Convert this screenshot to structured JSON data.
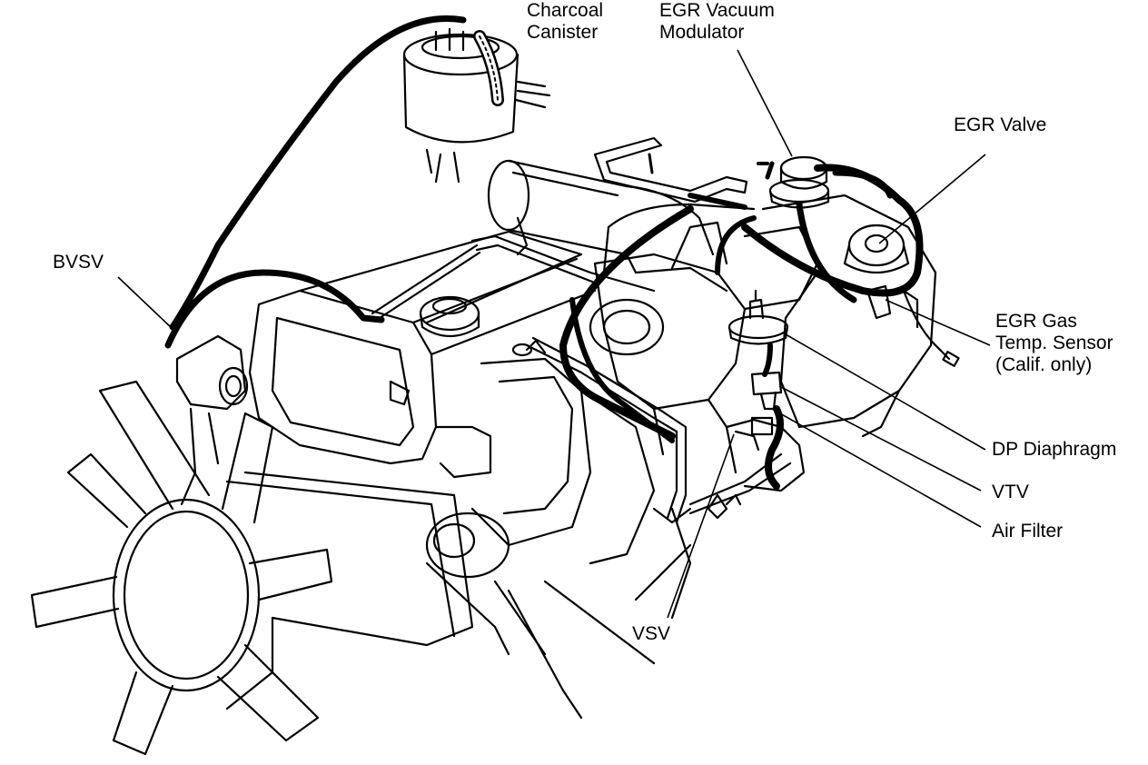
{
  "colors": {
    "ink": "#000000",
    "paper": "#ffffff"
  },
  "labels": {
    "charcoal_canister": [
      "Charcoal",
      "Canister"
    ],
    "egr_vacuum_modulator": [
      "EGR Vacuum",
      "Modulator"
    ],
    "egr_valve": "EGR Valve",
    "bvsv": "BVSV",
    "egr_gas_temp_sensor": [
      "EGR Gas",
      "Temp. Sensor",
      "(Calif. only)"
    ],
    "dp_diaphragm": "DP Diaphragm",
    "vtv": "VTV",
    "air_filter": "Air Filter",
    "vsv": "VSV"
  }
}
